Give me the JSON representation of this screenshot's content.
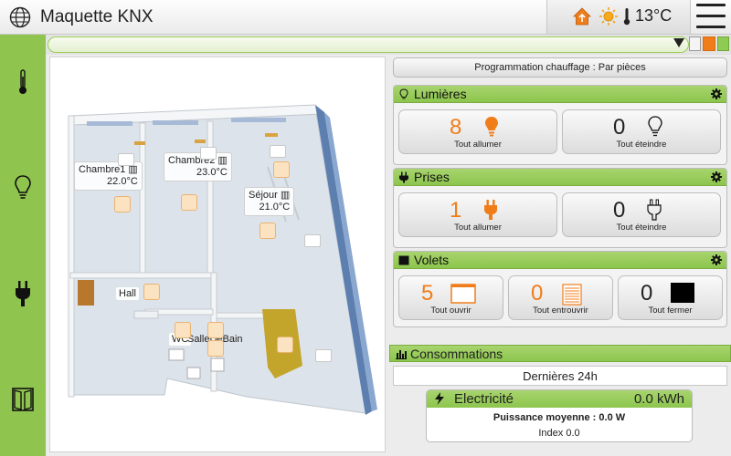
{
  "app": {
    "title": "Maquette KNX"
  },
  "status": {
    "temperature": "13°C"
  },
  "program": {
    "label": "Programmation chauffage : Par pièces"
  },
  "lights": {
    "title": "Lumières",
    "on_count": "8",
    "on_label": "Tout allumer",
    "off_count": "0",
    "off_label": "Tout éteindre"
  },
  "plugs": {
    "title": "Prises",
    "on_count": "1",
    "on_label": "Tout allumer",
    "off_count": "0",
    "off_label": "Tout éteindre"
  },
  "shutters": {
    "title": "Volets",
    "open_count": "5",
    "open_label": "Tout ouvrir",
    "half_count": "0",
    "half_label": "Tout entrouvrir",
    "closed_count": "0",
    "closed_label": "Tout fermer"
  },
  "consumption": {
    "title": "Consommations",
    "period": "Dernières 24h",
    "electricity": {
      "title": "Electricité",
      "value": "0.0 kWh",
      "avg_power": "Puissance moyenne : 0.0 W",
      "index": "Index 0.0"
    }
  },
  "rooms": [
    {
      "name": "Chambre1",
      "temp": "22.0°C"
    },
    {
      "name": "Chambre2",
      "temp": "23.0°C"
    },
    {
      "name": "Séjour",
      "temp": "21.0°C"
    },
    {
      "name": "Hall"
    },
    {
      "name": "WC"
    },
    {
      "name": "SalleDeBain"
    }
  ],
  "colors": {
    "accent_green": "#8fc54e",
    "accent_orange": "#f07d1a"
  }
}
